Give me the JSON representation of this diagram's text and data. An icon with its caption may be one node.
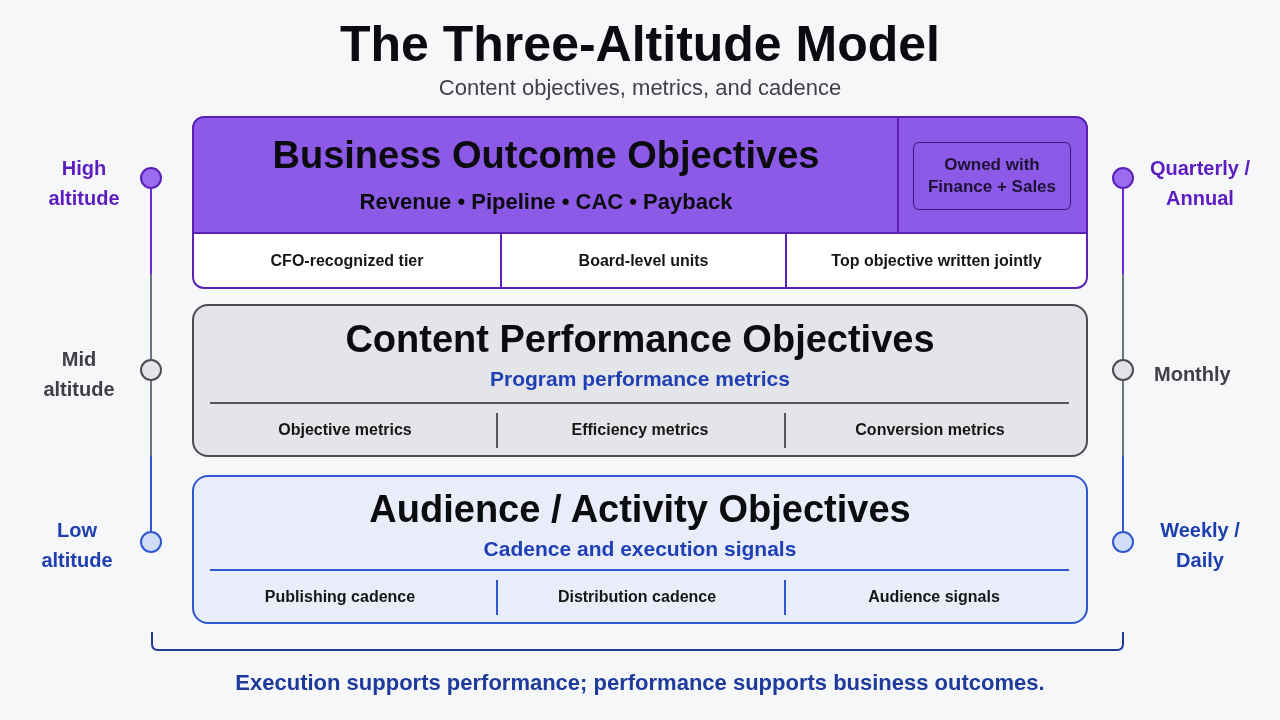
{
  "diagram": {
    "title": "The Three-Altitude Model",
    "caption": "Execution supports performance; performance supports business outcomes.",
    "nodes": [
      {
        "text": [
          "Business Outcome Objectives",
          "Revenue • Pipeline • CAC • Payback"
        ]
      },
      {
        "text": [
          "Owned with Finance + Sales"
        ],
        "in": 0
      },
      {
        "text": [
          "CFO-recognized tier"
        ],
        "in": 0
      },
      {
        "text": [
          "Board-level units"
        ],
        "in": 0
      },
      {
        "text": [
          "Top objective written jointly"
        ],
        "in": 0
      },
      {
        "text": [
          "Content Performance Objectives",
          "Program performance metrics"
        ]
      },
      {
        "text": [
          "Audience / Activity Objectives",
          "Cadence and execution signals"
        ]
      },
      {
        "text": [],
        "shape": "circle",
        "beside": [
          "High altitude"
        ]
      },
      {
        "text": [],
        "shape": "circle",
        "beside": [
          "Mid altitude"
        ]
      },
      {
        "text": [],
        "shape": "circle",
        "beside": [
          "Low altitude"
        ]
      },
      {
        "text": [],
        "shape": "circle",
        "beside": [
          "Quarterly / Annual"
        ]
      },
      {
        "text": [],
        "shape": "circle",
        "beside": [
          "Monthly"
        ]
      },
      {
        "text": [],
        "shape": "circle",
        "beside": [
          "Weekly / Daily"
        ]
      }
    ],
    "edges": [
      {
        "from": 7,
        "to": 8,
        "arrow": "none"
      },
      {
        "from": 8,
        "to": 9,
        "arrow": "none"
      },
      {
        "from": 10,
        "to": 11,
        "arrow": "none"
      },
      {
        "from": 11,
        "to": 12,
        "arrow": "none"
      }
    ],
    "labels": [
      "Content objectives, metrics, and cadence",
      "Objective metrics",
      "Efficiency metrics",
      "Conversion metrics",
      "Publishing cadence",
      "Distribution cadence",
      "Audience signals"
    ]
  }
}
